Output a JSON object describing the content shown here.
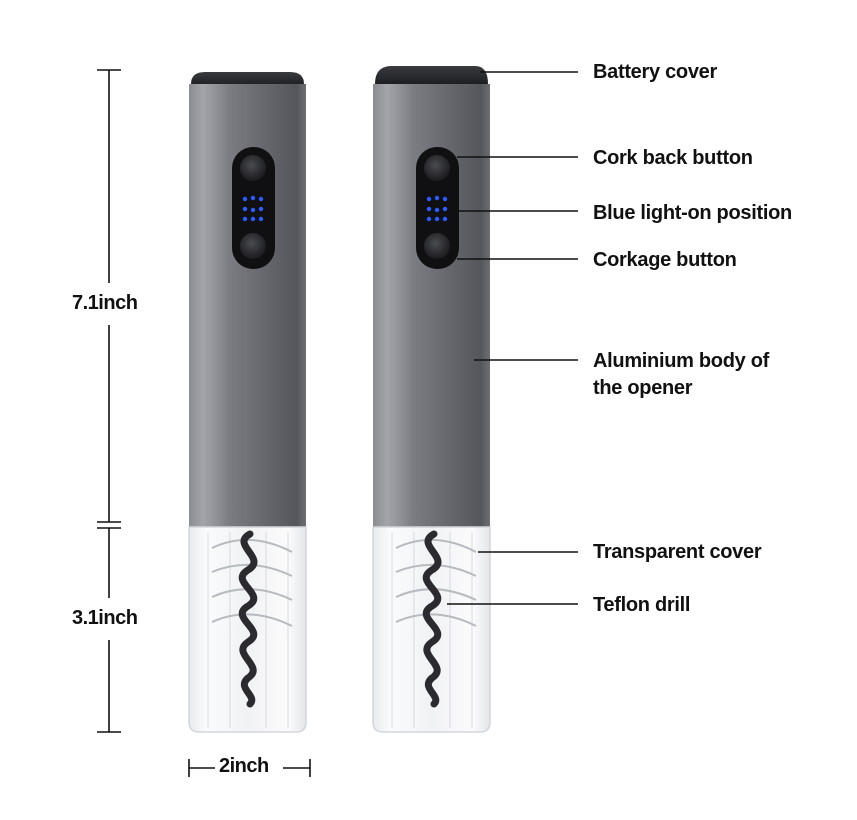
{
  "dimensions": {
    "upper_height": "7.1inch",
    "lower_height": "3.1inch",
    "width": "2inch"
  },
  "callouts": {
    "battery_cover": "Battery cover",
    "cork_back_button": "Cork back button",
    "blue_light": "Blue light-on position",
    "corkage_button": "Corkage button",
    "body_line1": "Aluminium body of",
    "body_line2": "the opener",
    "transparent_cover": "Transparent cover",
    "teflon_drill": "Teflon drill"
  },
  "colors": {
    "body_metal": "#6f7177",
    "led_blue": "#2a5cff",
    "drill_coil": "#2b2b2f"
  }
}
